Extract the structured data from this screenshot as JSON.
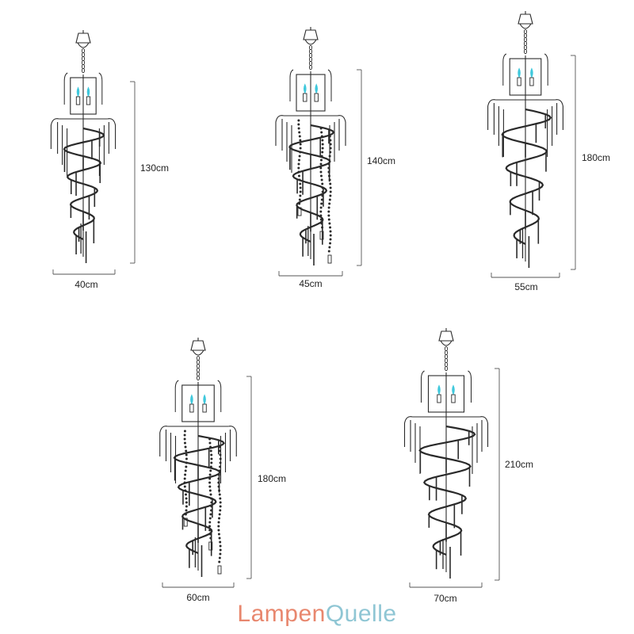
{
  "colors": {
    "line": "#2a2a2a",
    "dimension": "#555555",
    "bulb": "#3fc8dc",
    "brand_primary": "#e8876e",
    "brand_secondary": "#8fc6d4"
  },
  "variants": [
    {
      "width_label": "40cm",
      "height_label": "130cm"
    },
    {
      "width_label": "45cm",
      "height_label": "140cm"
    },
    {
      "width_label": "55cm",
      "height_label": "180cm"
    },
    {
      "width_label": "60cm",
      "height_label": "180cm"
    },
    {
      "width_label": "70cm",
      "height_label": "210cm"
    }
  ],
  "watermark": {
    "part1": "Lampen",
    "part2": "Quelle"
  }
}
